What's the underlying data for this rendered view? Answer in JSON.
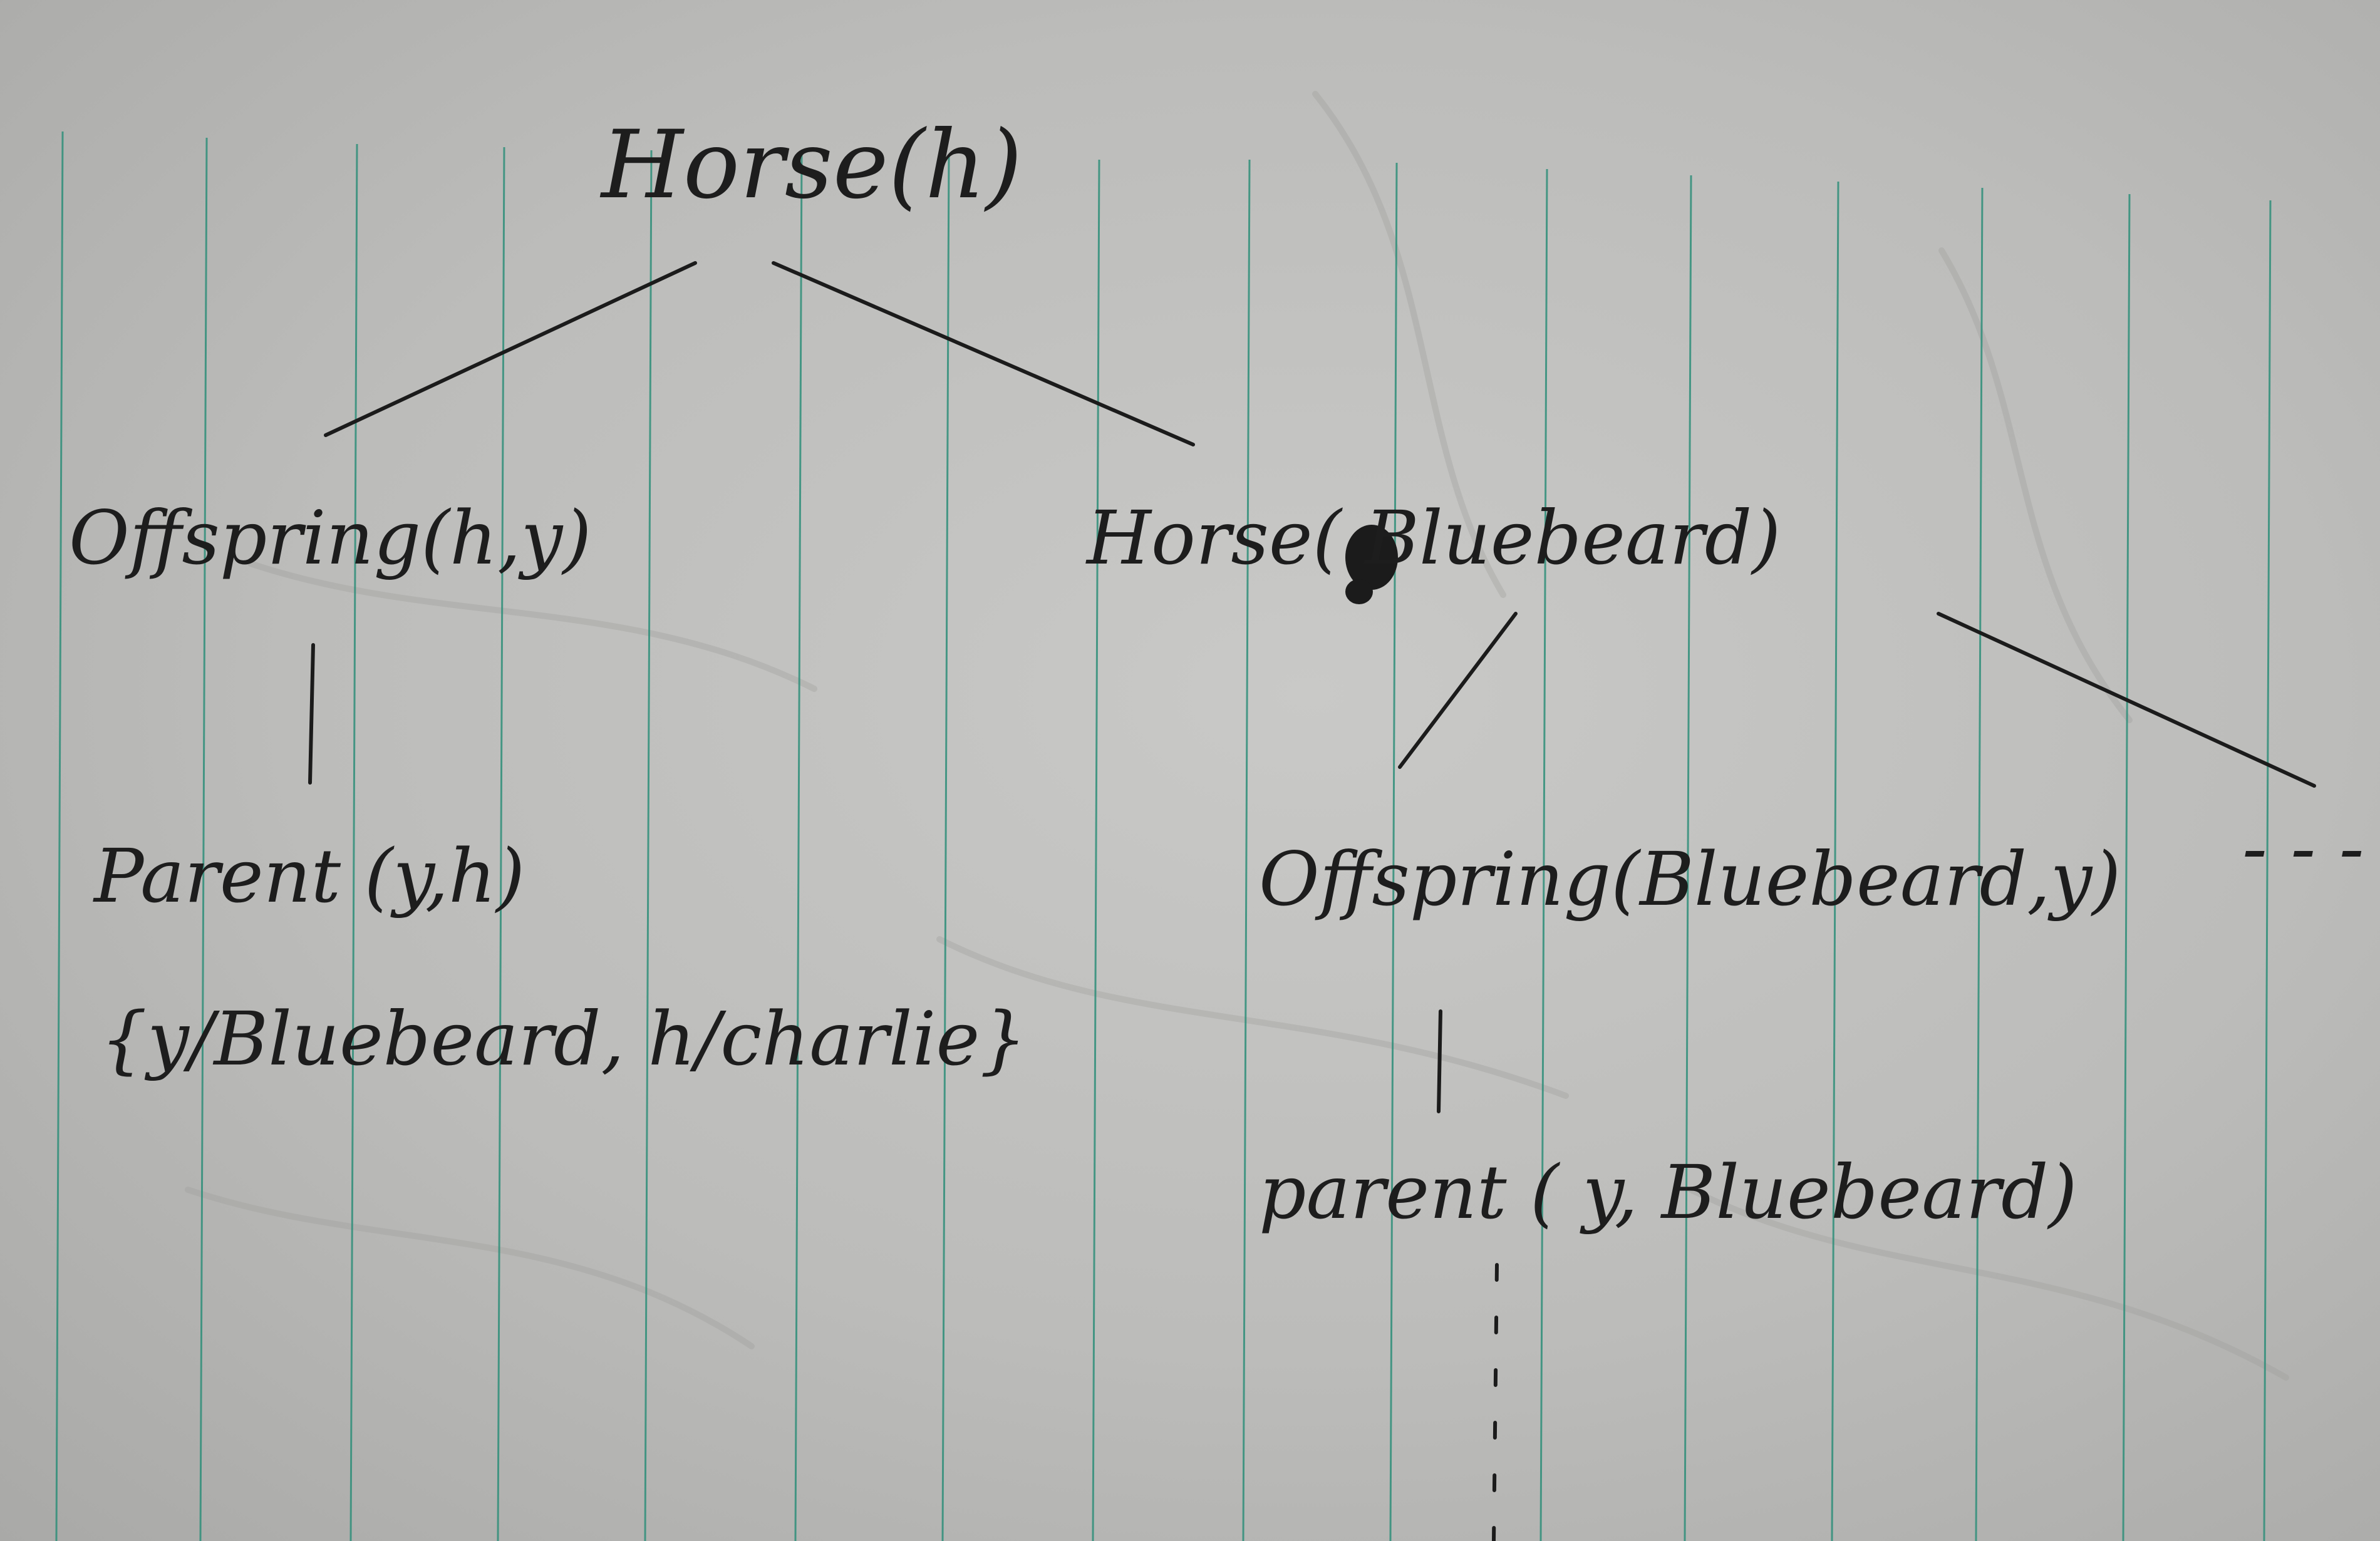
{
  "diagram": {
    "root": "Horse(h)",
    "left_child": "Offspring(h,y)",
    "left_grandchild": "Parent (y,h)",
    "left_substitution": "{y/Bluebeard, h/charlie}",
    "right_child": "Horse( Bluebeard)",
    "right_grandchild": "Offspring(Bluebeard,y)",
    "right_greatgrandchild": "parent ( y, Bluebeard)",
    "continuation": "- - -"
  },
  "colors": {
    "paper": "#c4c4c2",
    "ruled_line": "#2f8f7a",
    "ink": "#1b1b1b"
  }
}
